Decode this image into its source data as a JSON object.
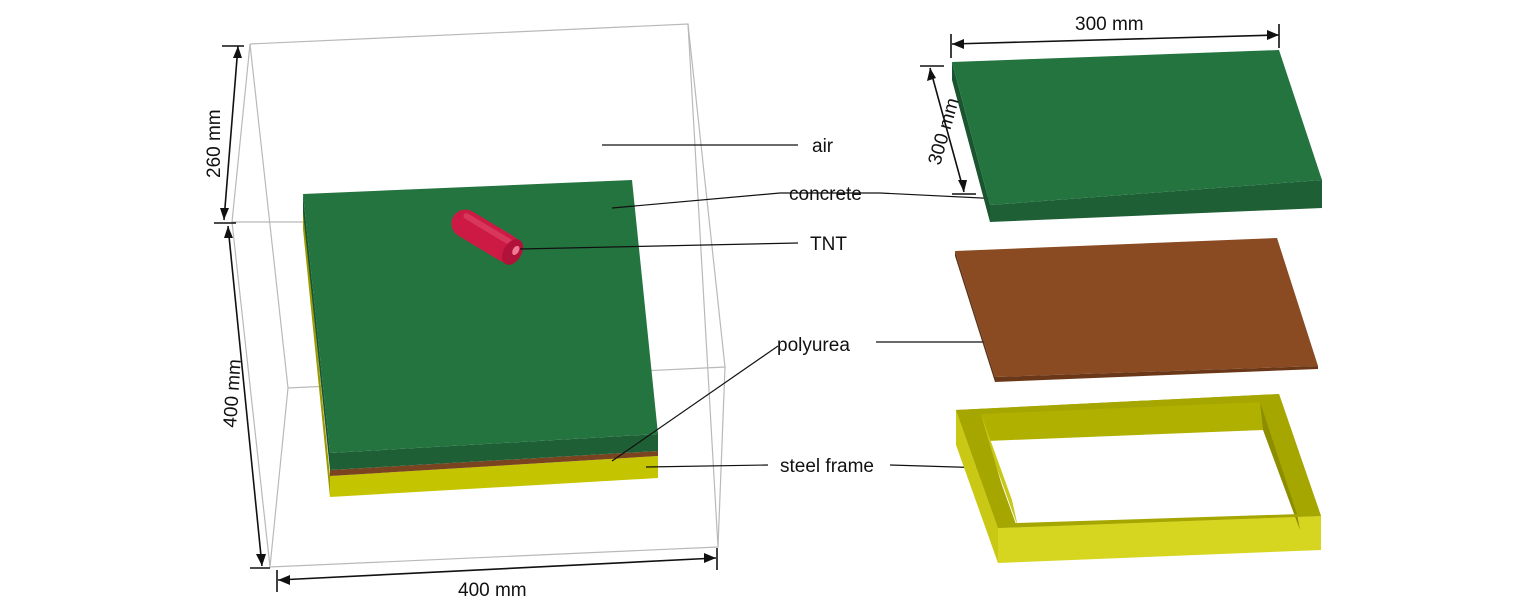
{
  "colors": {
    "concrete_top": "#247440",
    "concrete_side": "#1d5c33",
    "polyurea_top": "#8a4b23",
    "polyurea_side": "#6e3a1a",
    "steel_top": "#a6a600",
    "steel_side": "#d2d21e",
    "tnt": "#cc1a44",
    "air_wire": "#b9b9b9"
  },
  "labels": {
    "air": "air",
    "concrete": "concrete",
    "tnt": "TNT",
    "polyurea": "polyurea",
    "steel_frame": "steel frame"
  },
  "dimensions": {
    "air_height": "260 mm",
    "model_height": "400 mm",
    "model_width": "400 mm",
    "slab_width": "300 mm",
    "slab_depth": "300 mm"
  }
}
